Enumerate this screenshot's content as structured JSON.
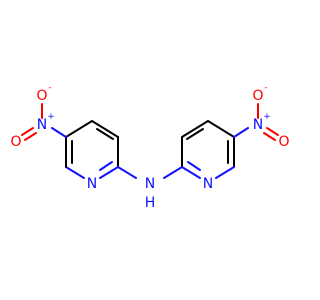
{
  "molecule": {
    "colors": {
      "carbon_bond": "#000000",
      "nitrogen": "#1010ff",
      "oxygen": "#ff0000"
    },
    "atoms": {
      "o_top_left": "O",
      "o_top_left_charge": "-",
      "n_nitro_left": "N",
      "n_nitro_left_charge": "+",
      "o_left": "O",
      "n_ring_left": "N",
      "n_amine": "N",
      "h_amine": "H",
      "n_ring_right": "N",
      "n_nitro_right": "N",
      "n_nitro_right_charge": "+",
      "o_right": "O",
      "o_top_right": "O",
      "o_top_right_charge": "-"
    }
  }
}
